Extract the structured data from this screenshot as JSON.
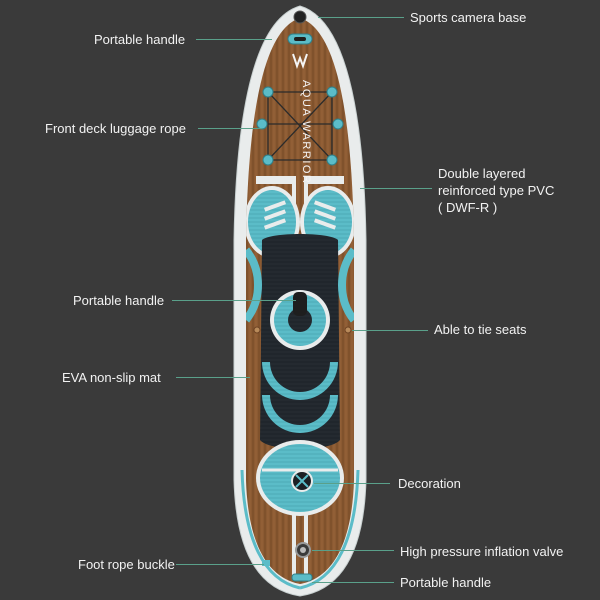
{
  "board": {
    "brand_text": "AQUA WARRIOR",
    "colors": {
      "background": "#3a3a3a",
      "rail": "#e9ecec",
      "wood": "#8b5a32",
      "teal": "#5bbcc8",
      "dark_mat": "#242a30",
      "leader": "#5aa08a"
    }
  },
  "callouts": {
    "portable_handle_top": "Portable handle",
    "sports_camera_base": "Sports camera base",
    "front_deck_rope": "Front deck luggage rope",
    "pvc_line1": "Double layered",
    "pvc_line2": "reinforced type PVC",
    "pvc_line3": "( DWF-R )",
    "portable_handle_mid": "Portable handle",
    "tie_seats": "Able to tie seats",
    "eva_mat": "EVA non-slip mat",
    "decoration": "Decoration",
    "foot_rope_buckle": "Foot rope buckle",
    "inflation_valve": "High pressure inflation valve",
    "portable_handle_bottom": "Portable handle"
  }
}
